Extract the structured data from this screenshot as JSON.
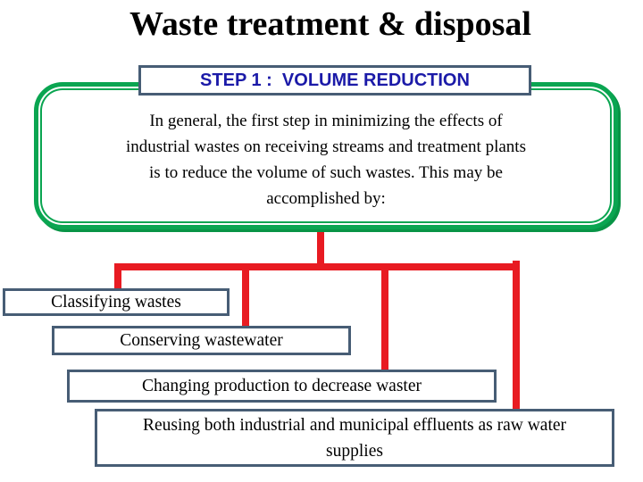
{
  "slide": {
    "title": "Waste treatment & disposal",
    "step_banner": "STEP 1 :  VOLUME REDUCTION",
    "description_lines": [
      "In general, the first step in minimizing the effects of",
      "industrial wastes on receiving streams and treatment plants",
      "is to reduce the volume of such wastes. This may be",
      "accomplished by:"
    ],
    "methods": [
      "Classifying wastes",
      "Conserving wastewater",
      "Changing production to decrease waster",
      "Reusing both industrial and municipal effluents as raw water supplies"
    ],
    "colors": {
      "accent_green": "#0aa551",
      "accent_green_dark": "#089446",
      "accent_red": "#e81b22",
      "box_border": "#475d75",
      "step_text": "#1b1aa8",
      "text": "#000000",
      "background": "#ffffff"
    }
  }
}
